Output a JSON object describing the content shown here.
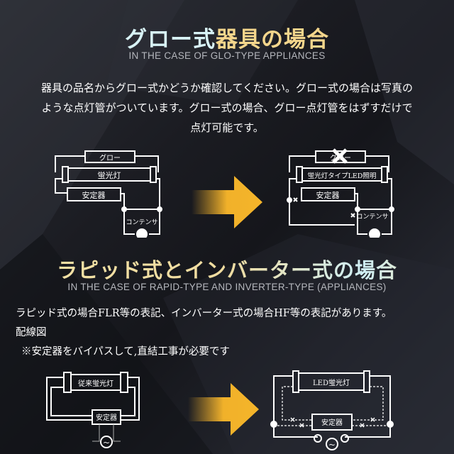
{
  "section1": {
    "title_a": "グロー式",
    "title_b": "器具の場合",
    "subtitle": "IN THE CASE OF GLO-TYPE APPLIANCES",
    "paragraph": [
      "器具の品名からグロー式かどうか確認してください。グロー式の場合は写真の",
      "ような点灯管がついています。グロー式の場合、グロー点灯管をはずすだけで",
      "点灯可能です。"
    ],
    "diagram_before": {
      "glow": "グロー",
      "tube": "蛍光灯",
      "ballast": "安定器",
      "capacitor": "コンテンサ"
    },
    "diagram_after": {
      "glow": "グロー",
      "tube": "蛍光灯タイプLED照明",
      "ballast": "安定器",
      "capacitor": "コンテンサ"
    }
  },
  "section2": {
    "title": "ラピッド式とインバーター式の場合",
    "subtitle": "IN THE CASE OF RAPID-TYPE AND INVERTER-TYPE (APPLIANCES)",
    "line1": "ラピッド式の場合FLR等の表記、インバーター式の場合HF等の表記があります。",
    "line2": "配線図",
    "line3": "※安定器をバイパスして,直結工事が必要です",
    "diagram_before": {
      "tube": "従来蛍光灯",
      "ballast": "安定器",
      "ac": "~"
    },
    "diagram_after": {
      "tube": "LED蛍光灯",
      "ballast": "安定器",
      "ac": "~"
    }
  },
  "colors": {
    "gold": "#f4d68c",
    "cyan": "#d8f3f6",
    "arrow": "#f1b12a"
  }
}
